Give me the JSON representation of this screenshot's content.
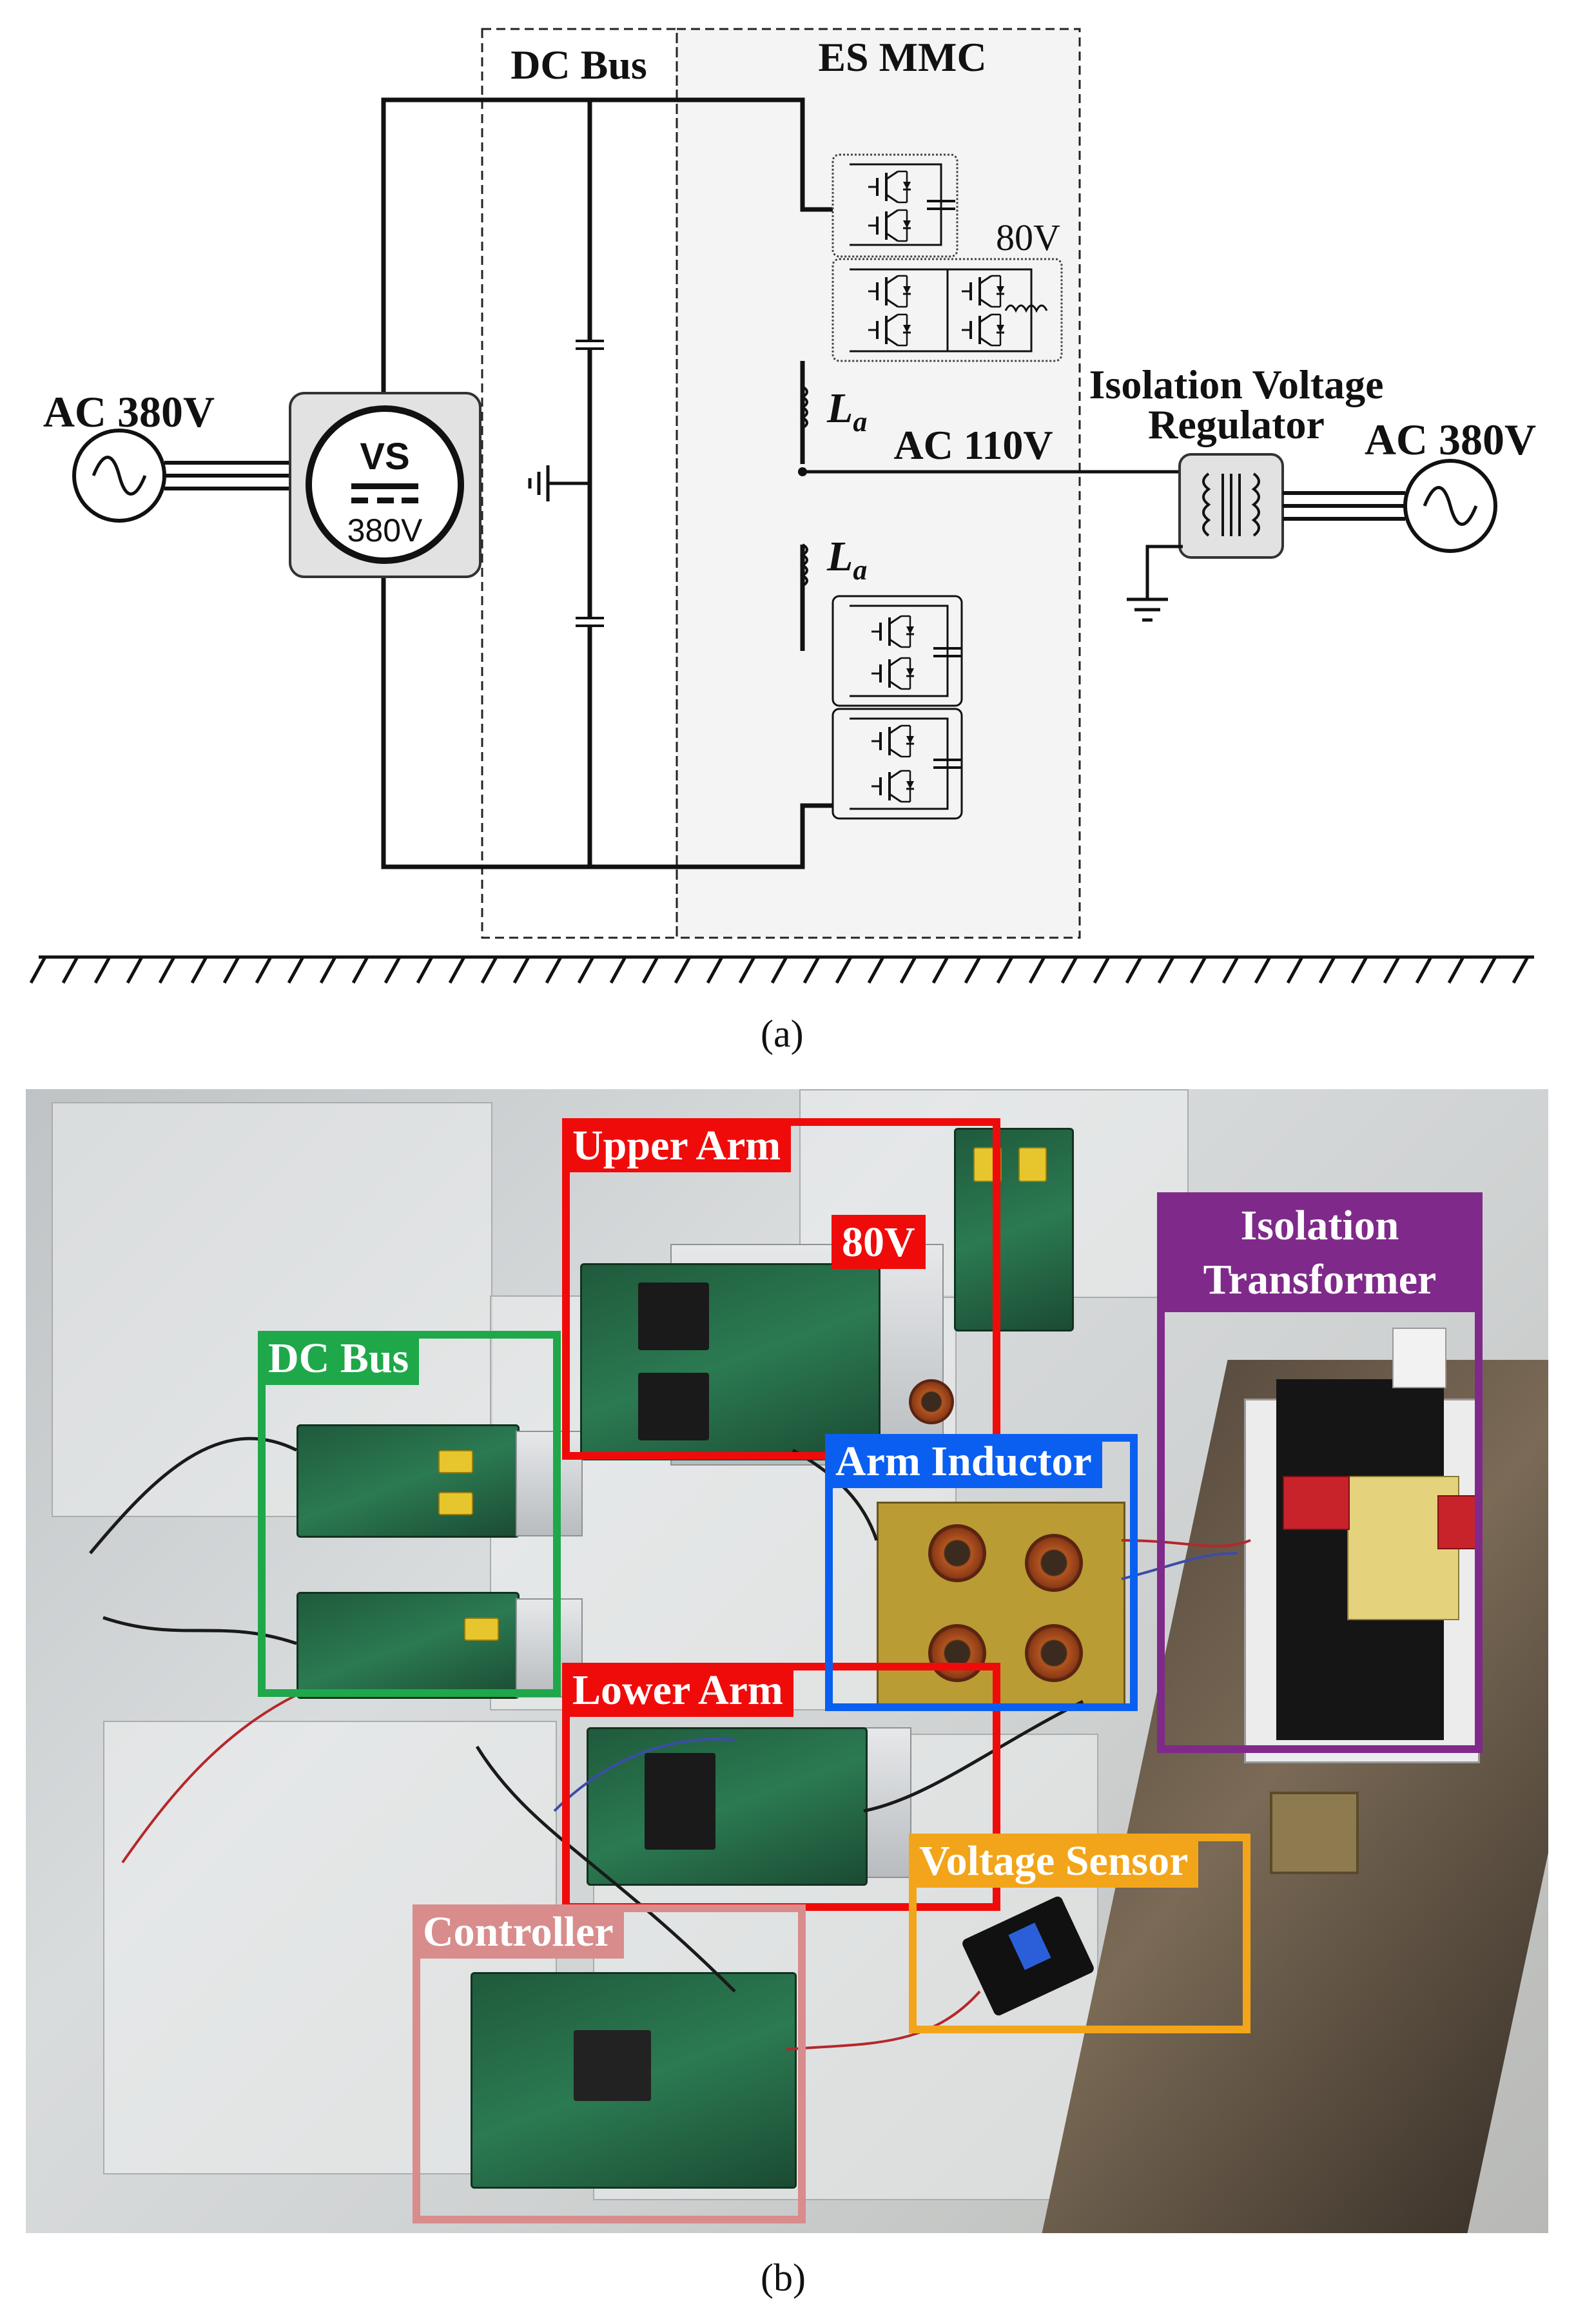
{
  "figure": {
    "panel_a_caption": "(a)",
    "panel_b_caption": "(b)"
  },
  "schematic": {
    "left_source": "AC 380V",
    "vs_block": {
      "title": "VS",
      "rating": "380V"
    },
    "dc_bus": "DC Bus",
    "es_mmc": "ES MMC",
    "submodule_voltage": "80V",
    "arm_inductor": "L",
    "arm_inductor_subscript": "a",
    "ac_output": "AC 110V",
    "regulator": [
      "Isolation Voltage",
      "Regulator"
    ],
    "right_source": "AC 380V"
  },
  "photo": {
    "labels": {
      "upper_arm": "Upper Arm",
      "submodule_80v": "80V",
      "isolation_transformer": [
        "Isolation",
        "Transformer"
      ],
      "dc_bus": "DC Bus",
      "arm_inductor": "Arm Inductor",
      "lower_arm": "Lower Arm",
      "voltage_sensor": "Voltage Sensor",
      "controller": "Controller"
    },
    "colors": {
      "red": "#f00b0b",
      "green": "#1ea84a",
      "blue": "#0b5ff0",
      "purple": "#7f2a8a",
      "orange": "#f2a51a",
      "pink": "#d88c8c"
    }
  }
}
